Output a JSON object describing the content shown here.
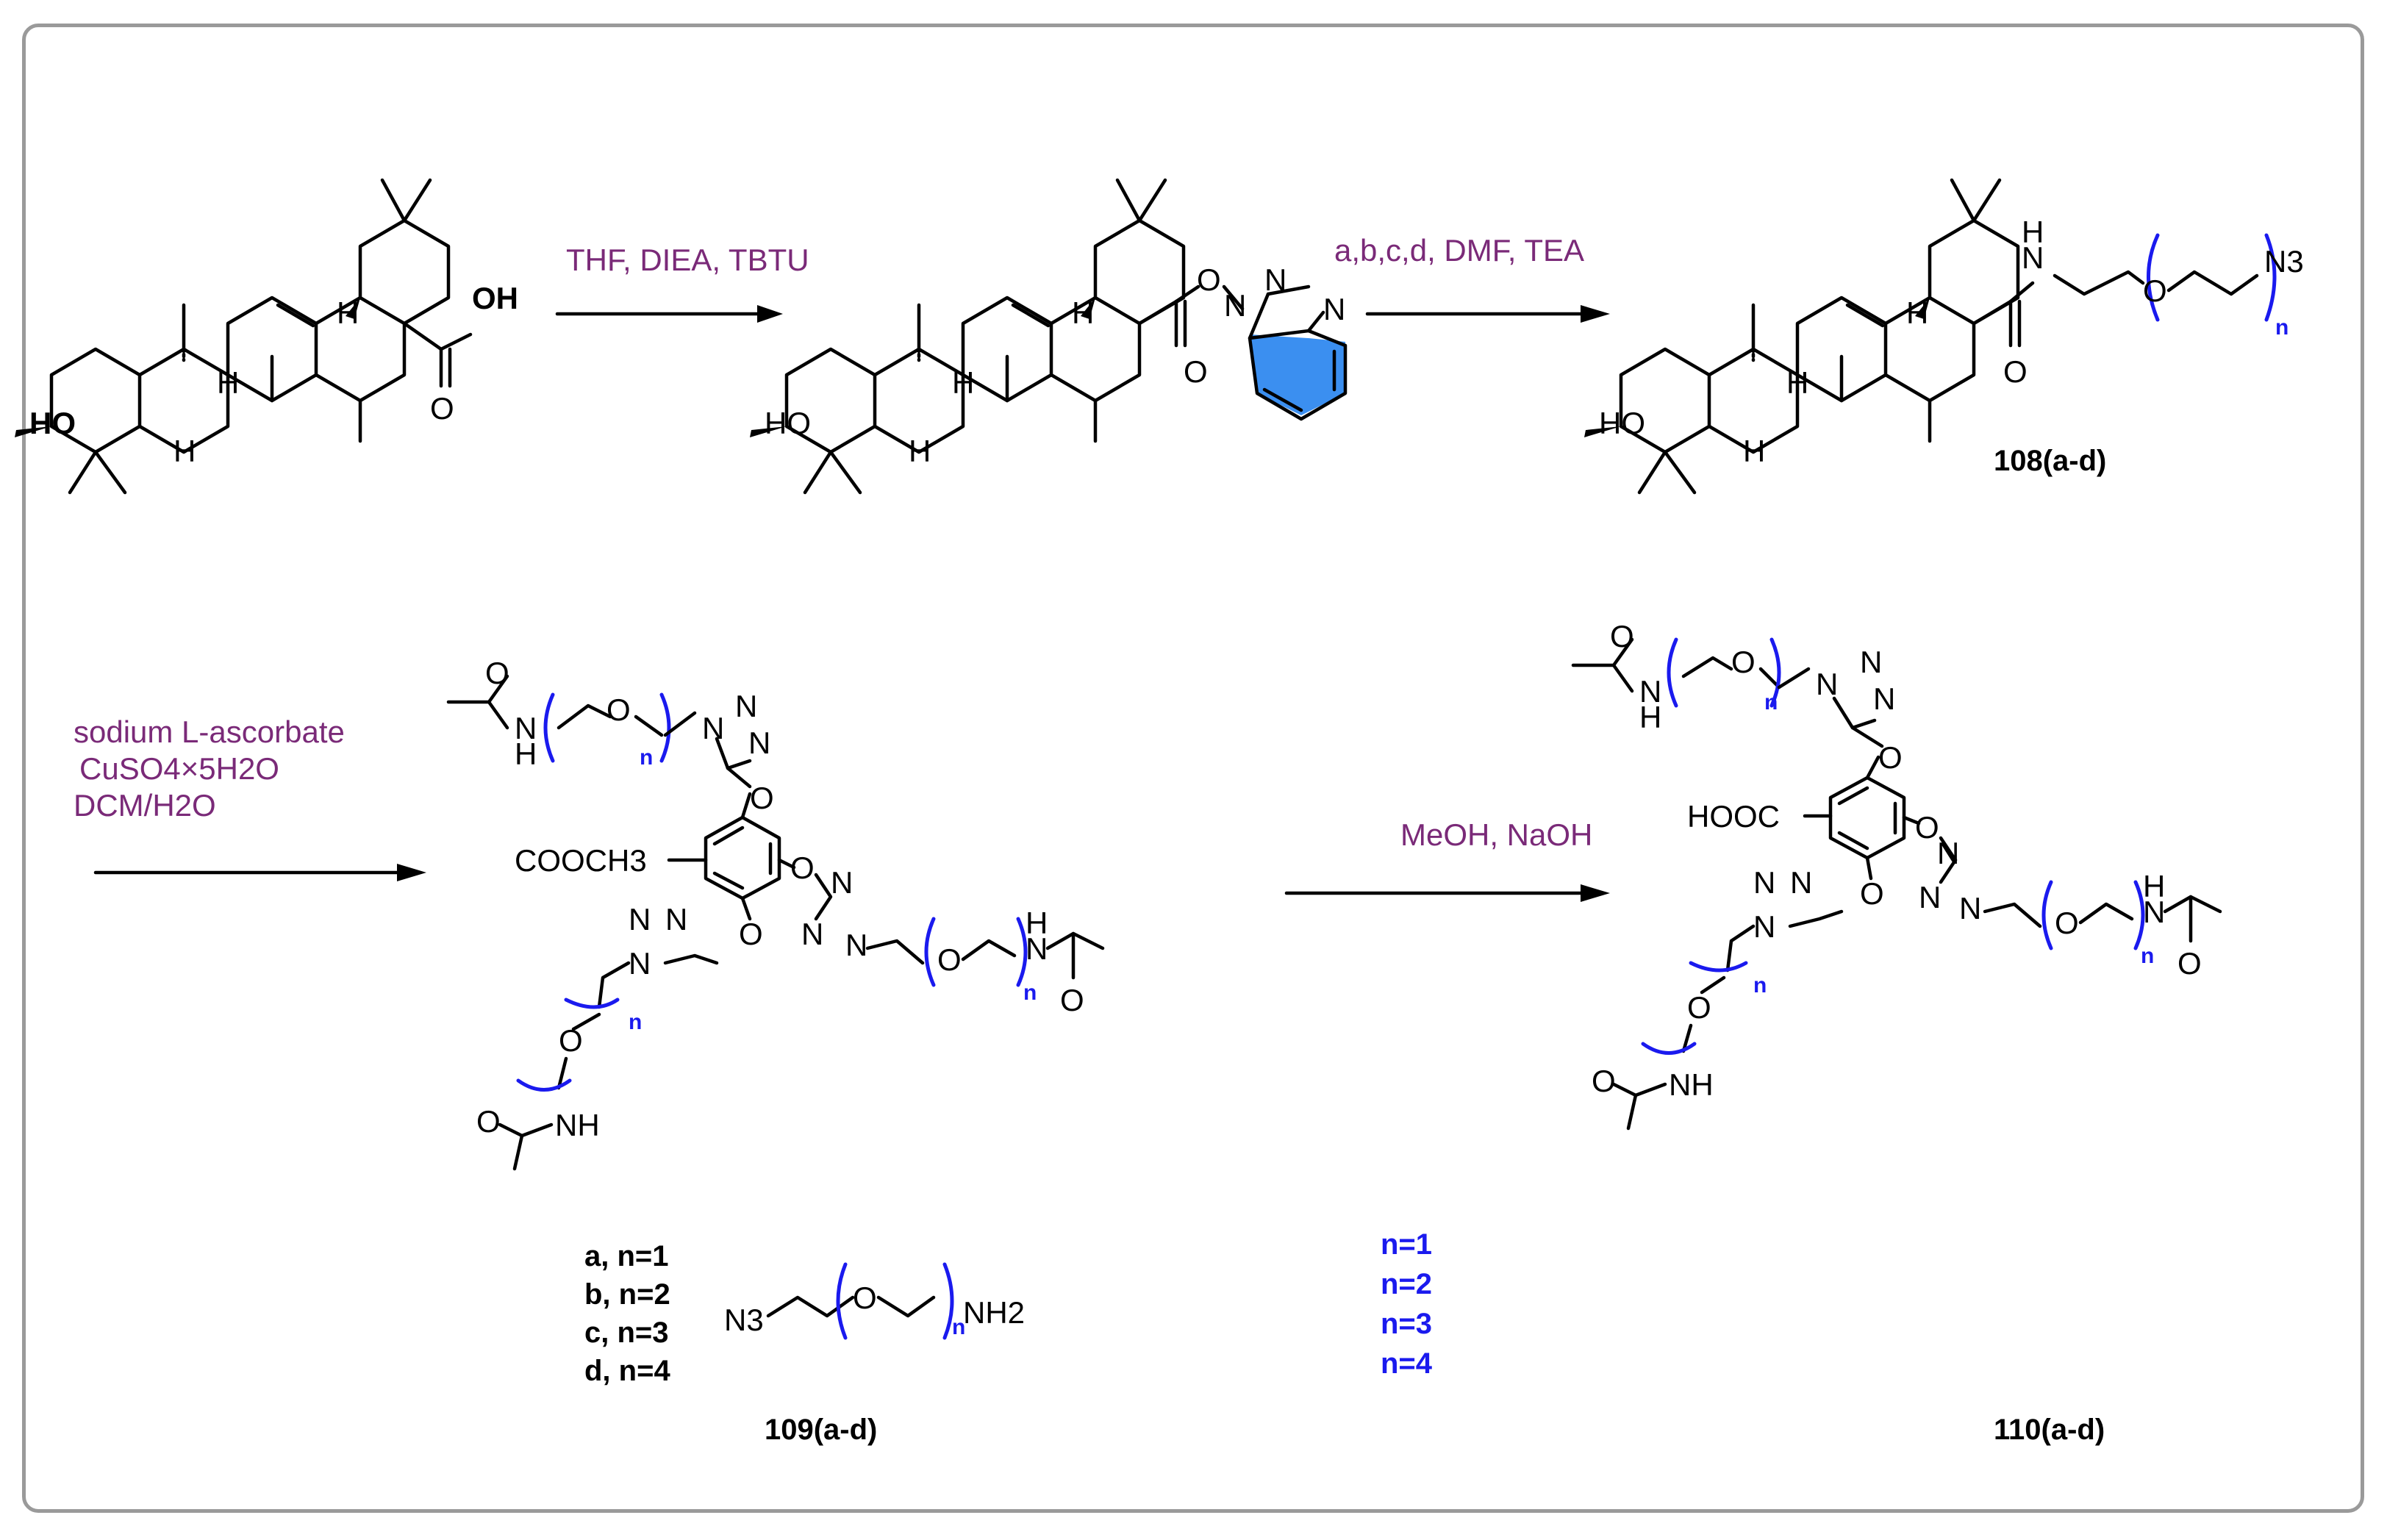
{
  "conditions": {
    "step1": "THF, DIEA, TBTU",
    "step2": "a,b,c,d, DMF, TEA",
    "step3_line1": "sodium L-ascorbate",
    "step3_line2": "CuSO4×5H2O",
    "step3_line3": "DCM/H2O",
    "step4": "MeOH, NaOH"
  },
  "compounds": {
    "c108": "108(a-d)",
    "c109": "109(a-d)",
    "c110": "110(a-d)"
  },
  "atom_labels": {
    "oh": "OH",
    "ho": "HO",
    "h": "H",
    "o": "O",
    "n": "N",
    "nh": "NH",
    "hn_h": "H",
    "n3": "N3",
    "nh2": "NH2",
    "cooch3": "COOCH3",
    "hooc": "HOOC",
    "n_sub": "n"
  },
  "series_109": [
    "a, n=1",
    "b, n=2",
    "c, n=3",
    "d, n=4"
  ],
  "series_110": [
    "n=1",
    "n=2",
    "n=3",
    "n=4"
  ],
  "colors": {
    "conditions": "#7a2a78",
    "repeat_unit": "#1a1aee",
    "benzotriazole_fill": "#3b8ff0",
    "frame": "#9a9a9a"
  }
}
